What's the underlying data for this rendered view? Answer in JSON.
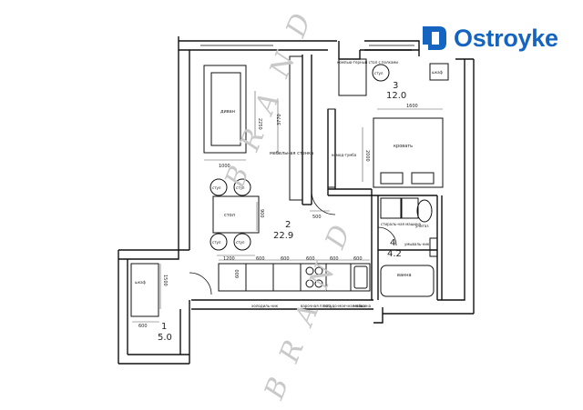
{
  "brand": {
    "name": "Ostroyke",
    "color": "#1565c0"
  },
  "watermark": {
    "text_top": "B R A N D",
    "text_bottom": "B R A N D"
  },
  "rooms": [
    {
      "id": "1",
      "number": "1",
      "area": "5.0"
    },
    {
      "id": "2",
      "number": "2",
      "area": "22.9"
    },
    {
      "id": "3",
      "number": "3",
      "area": "12.0"
    },
    {
      "id": "4",
      "number": "4",
      "area": "4.2"
    }
  ],
  "furniture": {
    "sofa": "диван",
    "wall_unit": "мебельная стенка",
    "computer_desk": "компью-терный стол с полками",
    "chair": "стул",
    "wardrobe_room3": "шкаф",
    "bed": "кровать",
    "dresser": "комод-тумба",
    "table": "стол",
    "washing_machine": "стираль-ная машина",
    "toilet": "унитаз",
    "sink_bath": "умываль-ник",
    "bath": "ванна",
    "wardrobe_hall": "шкаф",
    "fridge": "холодиль-ник",
    "stove": "варочная плита",
    "dishwasher": "посудо-моечная машина",
    "kitchen_sink": "мойка"
  },
  "dimensions": {
    "d2250": "2250",
    "d3770": "3770",
    "d1000": "1000",
    "d500": "500",
    "d1600": "1600",
    "d2000": "2000",
    "d900": "900",
    "d1200": "1200",
    "d600a": "600",
    "d600b": "600",
    "d600c": "600",
    "d600d": "600",
    "d600e": "600",
    "d600f": "600",
    "d600g": "600",
    "d1500": "1500"
  }
}
